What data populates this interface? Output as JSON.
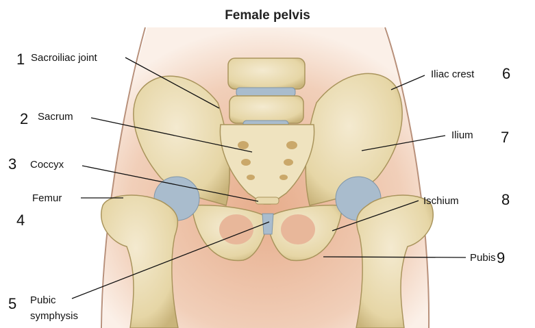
{
  "title": "Female pelvis",
  "colors": {
    "bone": "#e9dcae",
    "bone_shadow": "#c8b57c",
    "cartilage": "#a9bccd",
    "skin": "#e8b79a",
    "leader_line": "#111111"
  },
  "labels": [
    {
      "number": "1",
      "text": "Sacroiliac joint"
    },
    {
      "number": "2",
      "text": "Sacrum"
    },
    {
      "number": "3",
      "text": "Coccyx"
    },
    {
      "number": "4",
      "text": "Femur"
    },
    {
      "number": "5",
      "text": "Pubic symphysis"
    },
    {
      "number": "6",
      "text": "Iliac crest"
    },
    {
      "number": "7",
      "text": "Ilium"
    },
    {
      "number": "8",
      "text": "Ischium"
    },
    {
      "number": "9",
      "text": "Pubis"
    }
  ],
  "pubic_symphysis_lines": [
    "Pubic",
    "symphysis"
  ]
}
